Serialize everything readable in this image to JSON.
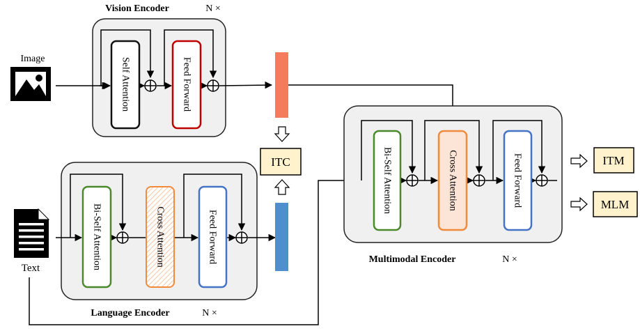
{
  "inputs": {
    "image_label": "Image",
    "text_label": "Text"
  },
  "vision_encoder": {
    "title": "Vision Encoder",
    "repeat": "N ×",
    "blocks": {
      "self_attention": "Self Attention",
      "feed_forward": "Feed Forward"
    }
  },
  "language_encoder": {
    "title": "Language Encoder",
    "repeat": "N ×",
    "blocks": {
      "bi_self_attention": "Bi-Self Attention",
      "cross_attention": "Cross Attention",
      "feed_forward": "Feed Forward"
    }
  },
  "multimodal_encoder": {
    "title": "Multimodal Encoder",
    "repeat": "N ×",
    "blocks": {
      "bi_self_attention": "Bi-Self Attention",
      "cross_attention": "Cross Attention",
      "feed_forward": "Feed Forward"
    }
  },
  "objectives": {
    "itc": "ITC",
    "itm": "ITM",
    "mlm": "MLM"
  },
  "colors": {
    "black": "#111111",
    "red": "#c00000",
    "green": "#4a8a2a",
    "orange": "#f08a3c",
    "blue": "#4472c4",
    "vision_feature": "#f47c5c",
    "text_feature": "#4f8fce",
    "objective_fill": "#fff2cc",
    "cross_fill": "#fce4d6"
  },
  "icons": [
    "image-icon",
    "document-icon"
  ]
}
